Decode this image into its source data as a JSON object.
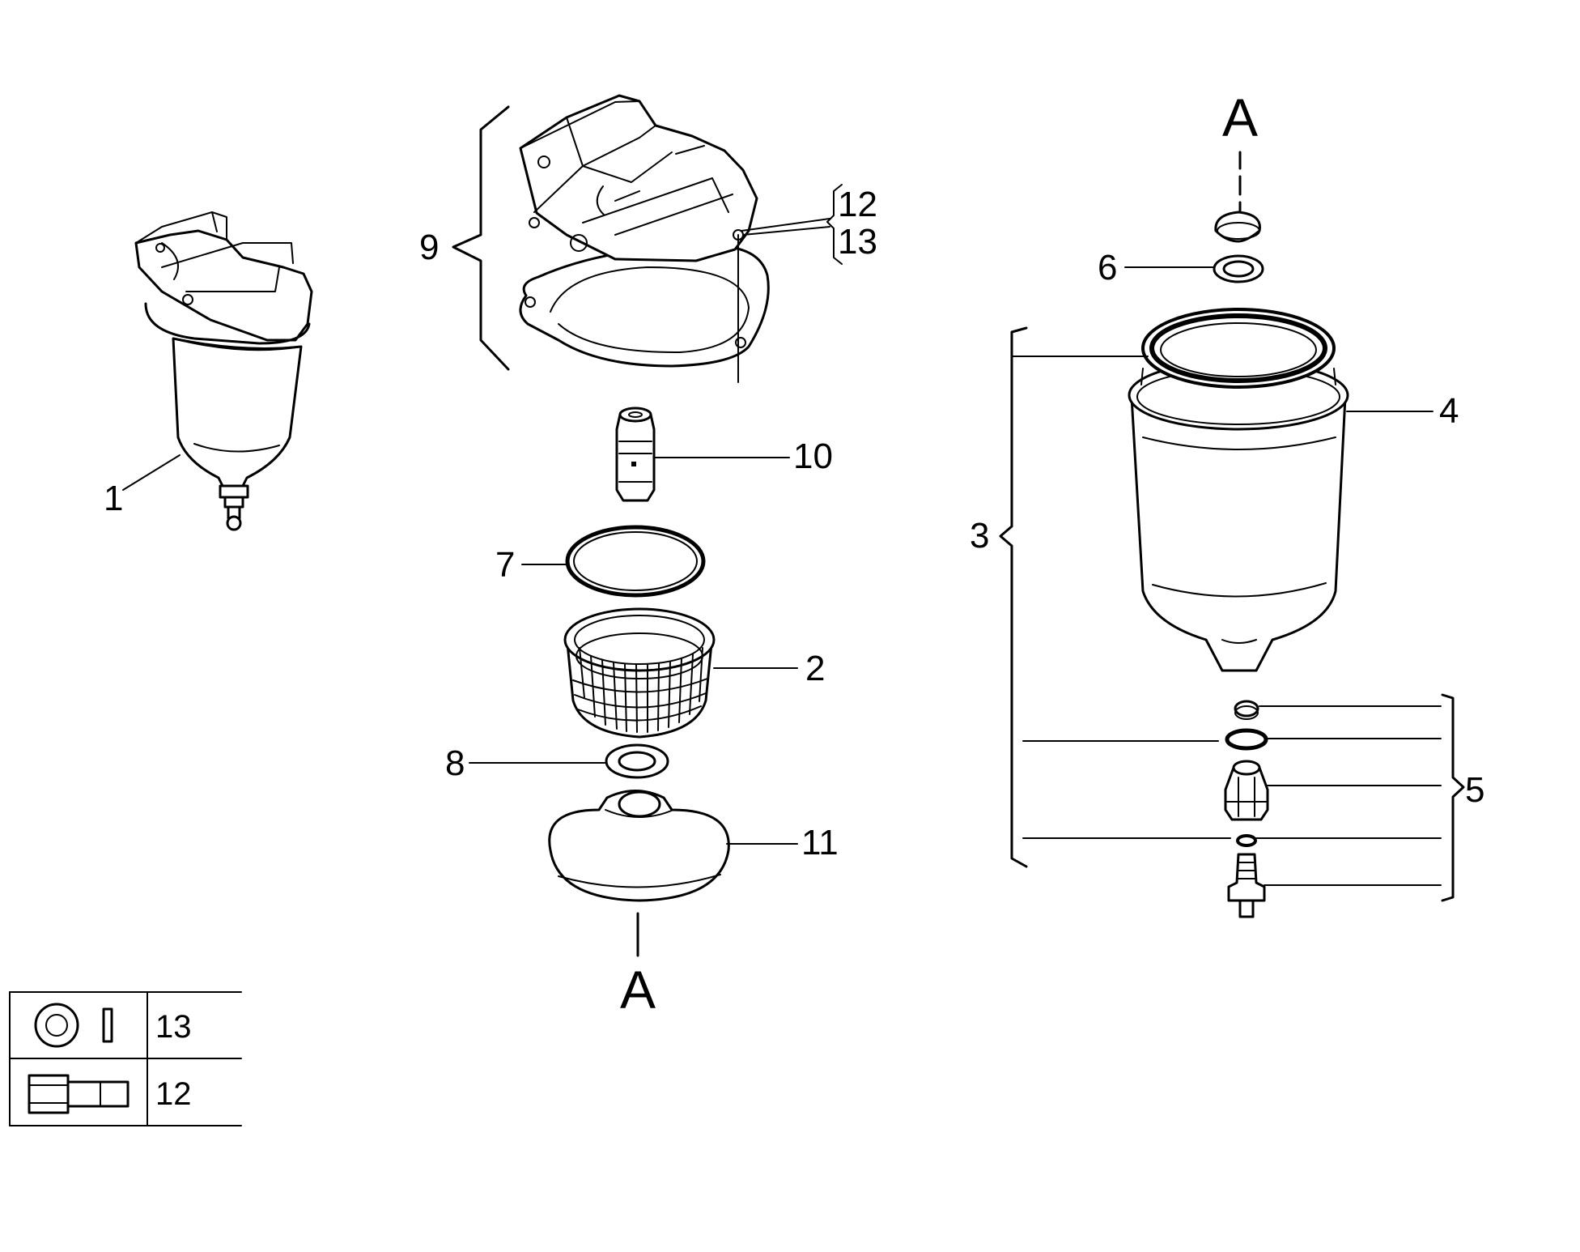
{
  "callouts": {
    "c1": "1",
    "c2": "2",
    "c3": "3",
    "c4": "4",
    "c5": "5",
    "c6": "6",
    "c7": "7",
    "c8": "8",
    "c9": "9",
    "c10": "10",
    "c11": "11",
    "c12": "12",
    "c13": "13"
  },
  "refs": {
    "top": "A",
    "bottom": "A"
  },
  "legend": {
    "row_washer": "13",
    "row_bolt": "12"
  }
}
